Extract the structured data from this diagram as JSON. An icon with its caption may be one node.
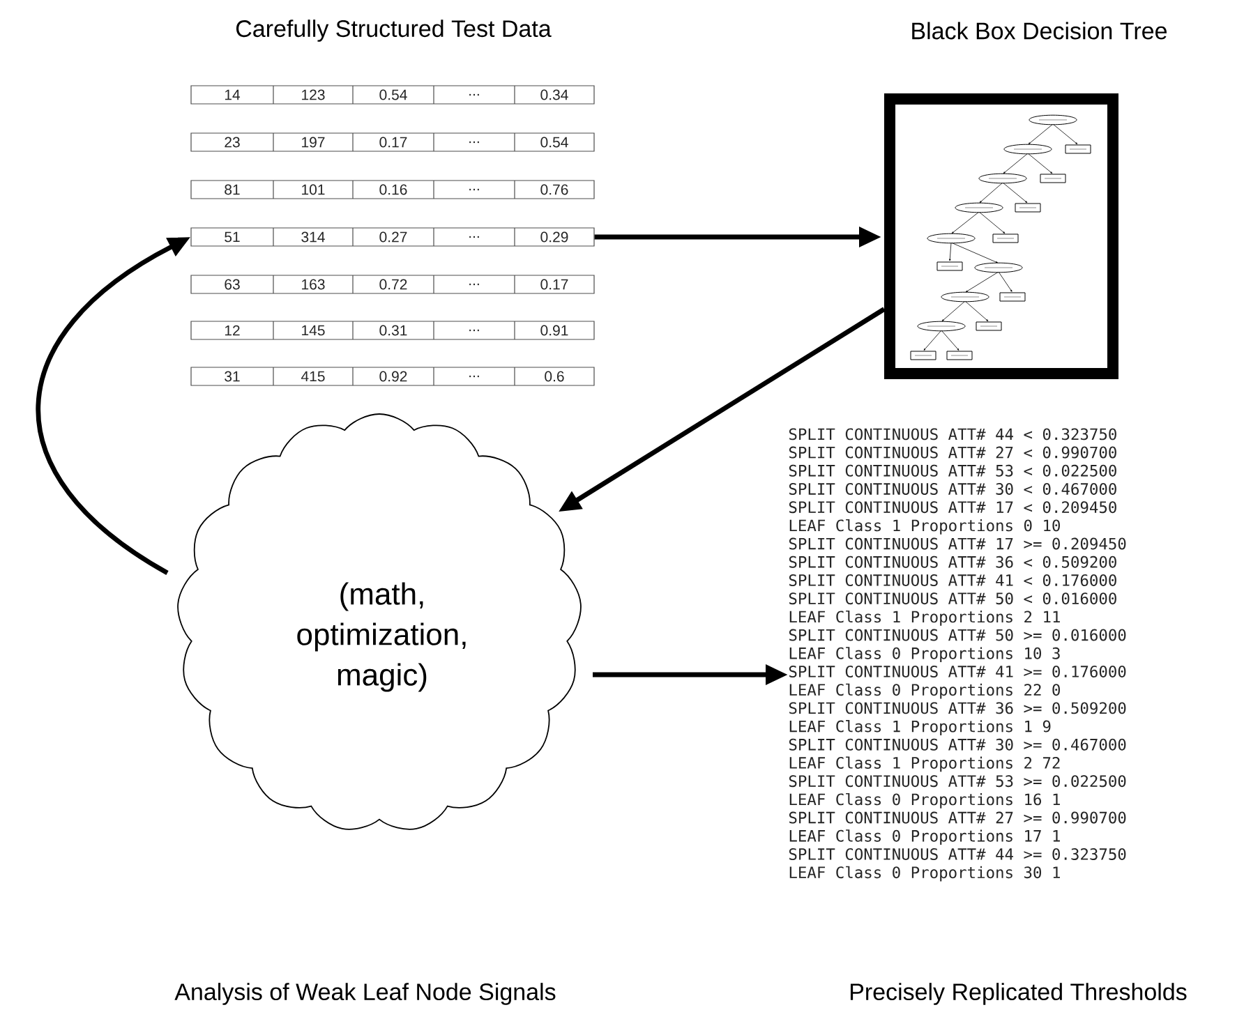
{
  "diagram": {
    "nodes": [
      {
        "text": [
          "14",
          "123",
          "0.54",
          "...",
          "0.34"
        ]
      },
      {
        "text": [
          "23",
          "197",
          "0.17",
          "...",
          "0.54"
        ]
      },
      {
        "text": [
          "81",
          "101",
          "0.16",
          "...",
          "0.76"
        ]
      },
      {
        "text": [
          "51",
          "314",
          "0.27",
          "...",
          "0.29"
        ]
      },
      {
        "text": [
          "63",
          "163",
          "0.72",
          "...",
          "0.17"
        ]
      },
      {
        "text": [
          "12",
          "145",
          "0.31",
          "...",
          "0.91"
        ]
      },
      {
        "text": [
          "31",
          "415",
          "0.92",
          "...",
          "0.6"
        ]
      },
      {
        "text": [],
        "shape": "picture"
      },
      {
        "text": [
          "(math, optimization, magic)"
        ]
      },
      {
        "text": [
          "SPLIT CONTINUOUS ATT# 44 < 0.323750",
          "SPLIT CONTINUOUS ATT# 27 < 0.990700",
          "SPLIT CONTINUOUS ATT# 53 < 0.022500",
          "SPLIT CONTINUOUS ATT# 30 < 0.467000",
          "SPLIT CONTINUOUS ATT# 17 < 0.209450",
          "LEAF Class 1 Proportions 0 10",
          "SPLIT CONTINUOUS ATT# 17 >= 0.209450",
          "SPLIT CONTINUOUS ATT# 36 < 0.509200",
          "SPLIT CONTINUOUS ATT# 41 < 0.176000",
          "SPLIT CONTINUOUS ATT# 50 < 0.016000",
          "LEAF Class 1 Proportions 2 11",
          "SPLIT CONTINUOUS ATT# 50 >= 0.016000",
          "LEAF Class 0 Proportions 10 3",
          "SPLIT CONTINUOUS ATT# 41 >= 0.176000",
          "LEAF Class 0 Proportions 22 0",
          "SPLIT CONTINUOUS ATT# 36 >= 0.509200",
          "LEAF Class 1 Proportions 1 9",
          "SPLIT CONTINUOUS ATT# 30 >= 0.467000",
          "LEAF Class 1 Proportions 2 72",
          "SPLIT CONTINUOUS ATT# 53 >= 0.022500",
          "LEAF Class 0 Proportions 16 1",
          "SPLIT CONTINUOUS ATT# 27 >= 0.990700",
          "LEAF Class 0 Proportions 17 1",
          "SPLIT CONTINUOUS ATT# 44 >= 0.323750",
          "LEAF Class 0 Proportions 30 1"
        ]
      }
    ],
    "edges": [
      {
        "from": 3,
        "to": 7,
        "arrow": "to"
      },
      {
        "from": 7,
        "to": 8,
        "arrow": "to"
      },
      {
        "from": 8,
        "to": 9,
        "arrow": "to"
      },
      {
        "from": 8,
        "to": 3,
        "arrow": "to"
      }
    ],
    "labels": [
      "Carefully Structured Test Data",
      "Black Box Decision Tree",
      "Analysis of Weak Leaf Node Signals",
      "Precisely Replicated Thresholds"
    ]
  }
}
